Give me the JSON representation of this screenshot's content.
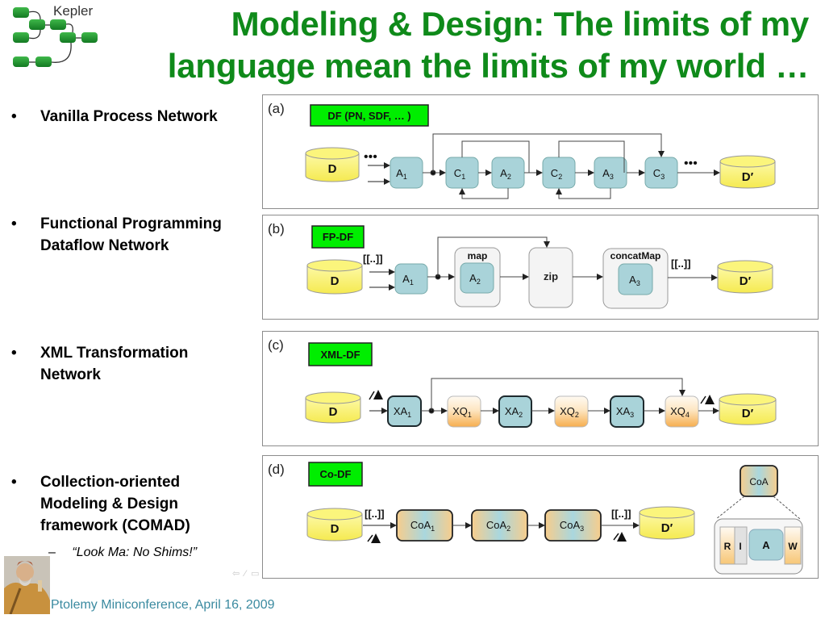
{
  "logo": {
    "text": "Kepler",
    "icon": "kepler-workflow-logo-icon"
  },
  "title": {
    "line1": "Modeling & Design: The limits of my",
    "line2": "language mean the limits of my world …"
  },
  "bullets": [
    {
      "lines": [
        "Vanilla Process Network"
      ]
    },
    {
      "lines": [
        "Functional Programming",
        "Dataflow Network"
      ]
    },
    {
      "lines": [
        "XML Transformation",
        "Network"
      ]
    },
    {
      "lines": [
        "Collection-oriented",
        "Modeling & Design",
        "framework (COMAD)"
      ],
      "sub": "“Look Ma: No Shims!”"
    }
  ],
  "bullet_glyph": "•",
  "sub_glyph": "–",
  "footer": {
    "text": "Ptolemy Miniconference, April 16, 2009",
    "portrait": "ptolemy-portrait-icon"
  },
  "colors": {
    "title_green": "#0f8a1a",
    "label_green": "#00ee00",
    "actor_blue": "#a9d3d9",
    "db_yellow": "#fbf57c",
    "xq_orange": "#f7b65a",
    "footer_teal": "#3a8aa0"
  },
  "panels": {
    "a": {
      "tag": "(a)",
      "label": "DF (PN, SDF, … )",
      "source": "D",
      "sink": "D′",
      "nodes": [
        {
          "name": "A",
          "sub": "1"
        },
        {
          "name": "C",
          "sub": "1"
        },
        {
          "name": "A",
          "sub": "2"
        },
        {
          "name": "C",
          "sub": "2"
        },
        {
          "name": "A",
          "sub": "3"
        },
        {
          "name": "C",
          "sub": "3"
        }
      ],
      "ellipsis": "•••"
    },
    "b": {
      "tag": "(b)",
      "label": "FP-DF",
      "source": "D",
      "sink": "D′",
      "in_token": "[[..]]",
      "out_token": "[[..]]",
      "nodes": [
        {
          "name": "A",
          "sub": "1"
        },
        {
          "wrapper": "map",
          "name": "A",
          "sub": "2"
        },
        {
          "name": "zip"
        },
        {
          "wrapper": "concatMap",
          "name": "A",
          "sub": "3"
        }
      ]
    },
    "c": {
      "tag": "(c)",
      "label": "XML-DF",
      "source": "D",
      "sink": "D′",
      "nodes": [
        {
          "name": "XA",
          "sub": "1",
          "kind": "actor"
        },
        {
          "name": "XQ",
          "sub": "1",
          "kind": "query"
        },
        {
          "name": "XA",
          "sub": "2",
          "kind": "actor"
        },
        {
          "name": "XQ",
          "sub": "2",
          "kind": "query"
        },
        {
          "name": "XA",
          "sub": "3",
          "kind": "actor"
        },
        {
          "name": "XQ",
          "sub": "4",
          "kind": "query"
        }
      ]
    },
    "d": {
      "tag": "(d)",
      "label": "Co-DF",
      "source": "D",
      "sink": "D′",
      "in_token": "[[..]]",
      "out_token": "[[..]]",
      "nodes": [
        {
          "name": "CoA",
          "sub": "1"
        },
        {
          "name": "CoA",
          "sub": "2"
        },
        {
          "name": "CoA",
          "sub": "3"
        }
      ],
      "detail": {
        "top": "CoA",
        "parts": [
          "R",
          "I",
          "A",
          "W"
        ]
      }
    }
  }
}
